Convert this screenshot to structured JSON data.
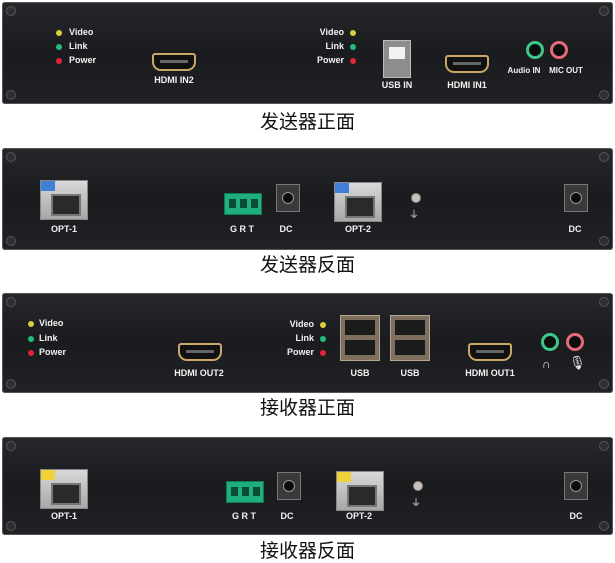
{
  "captions": [
    "发送器正面",
    "发送器反面",
    "接收器正面",
    "接收器反面"
  ],
  "leds": {
    "video": "Video",
    "link": "Link",
    "power": "Power",
    "colors": {
      "video": "#d9cf3c",
      "link": "#1fbf7a",
      "power": "#e0243a"
    }
  },
  "tx_front": {
    "hdmi2": "HDMI IN2",
    "usb": "USB IN",
    "hdmi1": "HDMI IN1",
    "audio_in": "Audio IN",
    "mic_out": "MIC OUT"
  },
  "rx_front": {
    "hdmi2": "HDMI OUT2",
    "usb1": "USB",
    "usb2": "USB",
    "hdmi1": "HDMI OUT1"
  },
  "rear": {
    "opt1": "OPT-1",
    "grt": "G R T",
    "dc": "DC",
    "opt2": "OPT-2",
    "dc2": "DC"
  }
}
